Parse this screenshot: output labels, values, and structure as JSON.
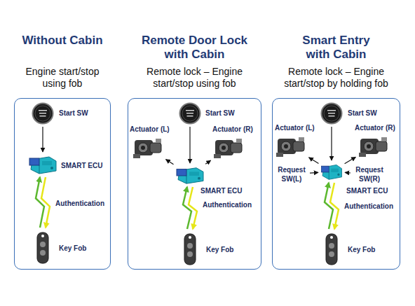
{
  "diagram": {
    "nodes": [
      {
        "text": [
          "Without Cabin",
          "Engine start/stop using fob"
        ]
      },
      {
        "text": [
          "Start SW"
        ],
        "in": 0
      },
      {
        "text": [
          "SMART ECU"
        ],
        "in": 0
      },
      {
        "text": [
          "Key Fob"
        ],
        "in": 0
      },
      {
        "text": [
          "Remote Door Lock with Cabin",
          "Remote lock – Engine start/stop using fob"
        ]
      },
      {
        "text": [
          "Start SW"
        ],
        "in": 4
      },
      {
        "text": [
          "Actuator (L)"
        ],
        "in": 4
      },
      {
        "text": [
          "Actuator (R)"
        ],
        "in": 4
      },
      {
        "text": [
          "SMART ECU"
        ],
        "in": 4
      },
      {
        "text": [
          "Key Fob"
        ],
        "in": 4
      },
      {
        "text": [
          "Smart Entry with Cabin",
          "Remote lock – Engine start/stop by holding fob"
        ]
      },
      {
        "text": [
          "Start SW"
        ],
        "in": 10
      },
      {
        "text": [
          "Actuator (L)"
        ],
        "in": 10
      },
      {
        "text": [
          "Actuator (R)"
        ],
        "in": 10
      },
      {
        "text": [
          "Request SW(L)"
        ],
        "in": 10
      },
      {
        "text": [
          "Request SW(R)"
        ],
        "in": 10
      },
      {
        "text": [
          "SMART ECU"
        ],
        "in": 10
      },
      {
        "text": [
          "Key Fob"
        ],
        "in": 10
      }
    ],
    "edges": [
      {
        "from": 1,
        "to": 2,
        "arrow": "to"
      },
      {
        "from": 2,
        "to": 3,
        "label": "Authentication",
        "arrow": "both"
      },
      {
        "from": 5,
        "to": 8,
        "arrow": "to"
      },
      {
        "from": 8,
        "to": 6,
        "arrow": "to"
      },
      {
        "from": 8,
        "to": 7,
        "arrow": "to"
      },
      {
        "from": 8,
        "to": 9,
        "label": "Authentication",
        "arrow": "both"
      },
      {
        "from": 11,
        "to": 16,
        "arrow": "to"
      },
      {
        "from": 16,
        "to": 12,
        "arrow": "to"
      },
      {
        "from": 16,
        "to": 13,
        "arrow": "to"
      },
      {
        "from": 14,
        "to": 16,
        "arrow": "to"
      },
      {
        "from": 15,
        "to": 16,
        "arrow": "to"
      },
      {
        "from": 16,
        "to": 17,
        "label": "Authentication",
        "arrow": "both"
      }
    ]
  }
}
